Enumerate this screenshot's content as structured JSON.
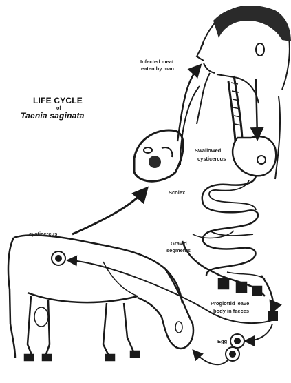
{
  "title": {
    "line1": "LIFE CYCLE",
    "of": "of",
    "line2": "Taenia saginata"
  },
  "labels": {
    "infected_meat": "Infected meat",
    "eaten_by_man": "eaten by man",
    "swallowed": "Swallowed",
    "cysticercus_gut": "cysticercus",
    "scolex": "Scolex",
    "gravid": "Gravid",
    "segments": "segments",
    "cysticercus_cow": "cysticercus",
    "proglottid_line1": "Proglottid leave",
    "proglottid_line2": "body in faeces",
    "egg": "Egg"
  },
  "colors": {
    "ink": "#1a1a1a",
    "background": "#ffffff"
  }
}
